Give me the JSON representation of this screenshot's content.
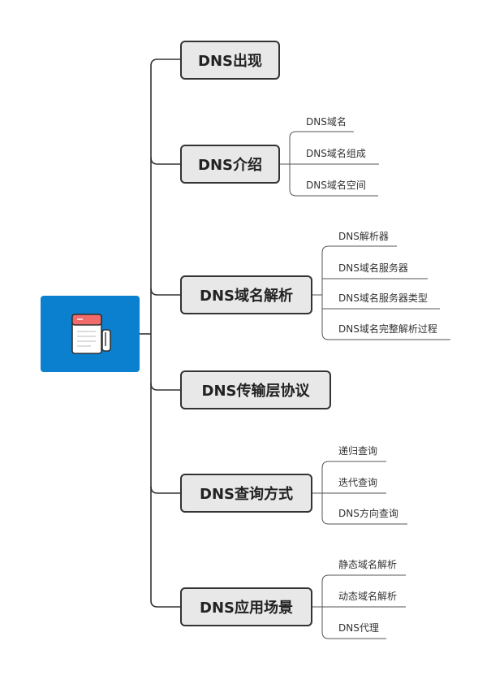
{
  "mindmap": {
    "root": {
      "icon": "document-icon"
    },
    "branches": [
      {
        "label": "DNS出现",
        "children": []
      },
      {
        "label": "DNS介绍",
        "children": [
          "DNS域名",
          "DNS域名组成",
          "DNS域名空间"
        ]
      },
      {
        "label": "DNS域名解析",
        "children": [
          "DNS解析器",
          "DNS域名服务器",
          "DNS域名服务器类型",
          "DNS域名完整解析过程"
        ]
      },
      {
        "label": "DNS传输层协议",
        "children": []
      },
      {
        "label": "DNS查询方式",
        "children": [
          "递归查询",
          "迭代查询",
          "DNS方向查询"
        ]
      },
      {
        "label": "DNS应用场景",
        "children": [
          "静态域名解析",
          "动态域名解析",
          "DNS代理"
        ]
      }
    ]
  },
  "colors": {
    "root_fill": "#0b80cf",
    "branch_fill": "#e8e8e8",
    "line": "#333333"
  }
}
